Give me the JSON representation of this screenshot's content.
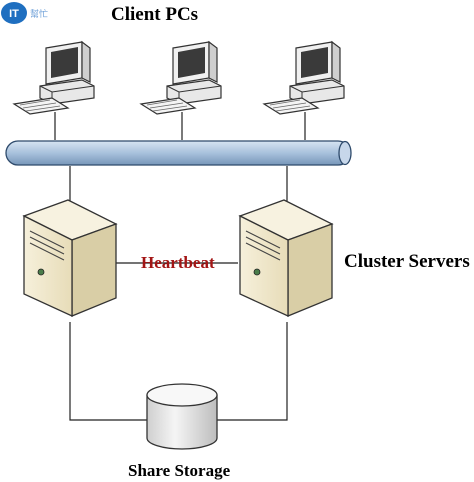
{
  "labels": {
    "client_pcs": "Client PCs",
    "heartbeat": "Heartbeat",
    "cluster_servers": "Cluster Servers",
    "share_storage": "Share Storage"
  },
  "watermark": {
    "logo_text": "IT",
    "sub_text": "幫忙"
  },
  "colors": {
    "heartbeat": "#a31515",
    "bus": "#a8c1dc",
    "server": "#ece3c4"
  }
}
